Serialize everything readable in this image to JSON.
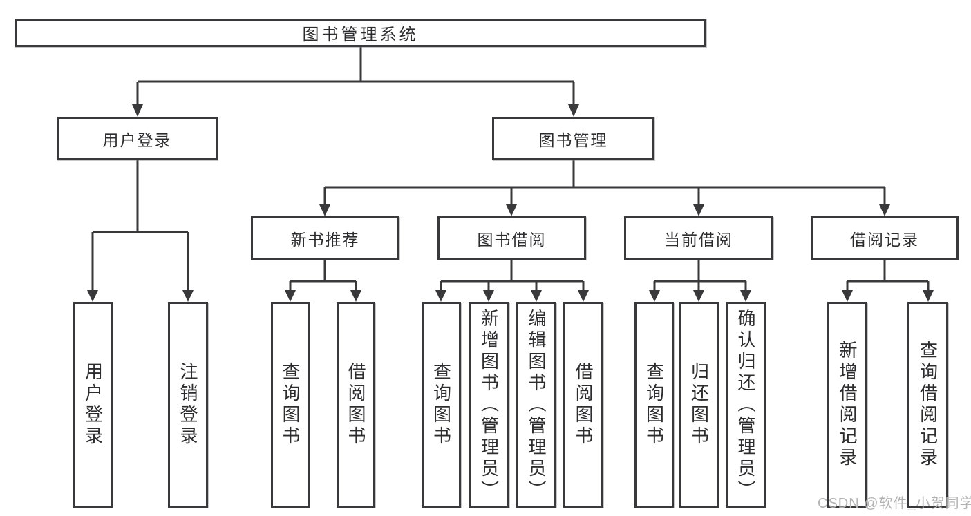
{
  "theme": {
    "line": "#39393b",
    "text": "#2d2d2f",
    "wm": "#b3b3b3",
    "bg": "#ffffff",
    "boxbg": "#ffffff"
  },
  "watermark": "CSDN @软件_小贺同学",
  "tree": {
    "root": {
      "label": "图书管理系统",
      "children": [
        {
          "label": "用户登录",
          "children": [
            {
              "label": "用户登录"
            },
            {
              "label": "注销登录"
            }
          ]
        },
        {
          "label": "图书管理",
          "children": [
            {
              "label": "新书推荐",
              "children": [
                {
                  "label": "查询图书"
                },
                {
                  "label": "借阅图书"
                }
              ]
            },
            {
              "label": "图书借阅",
              "children": [
                {
                  "label": "查询图书"
                },
                {
                  "label": "新增图书（管理员）"
                },
                {
                  "label": "编辑图书（管理员）"
                },
                {
                  "label": "借阅图书"
                }
              ]
            },
            {
              "label": "当前借阅",
              "children": [
                {
                  "label": "查询图书"
                },
                {
                  "label": "归还图书"
                },
                {
                  "label": "确认归还（管理员）"
                }
              ]
            },
            {
              "label": "借阅记录",
              "children": [
                {
                  "label": "新增借阅记录"
                },
                {
                  "label": "查询借阅记录"
                }
              ]
            }
          ]
        }
      ]
    }
  }
}
